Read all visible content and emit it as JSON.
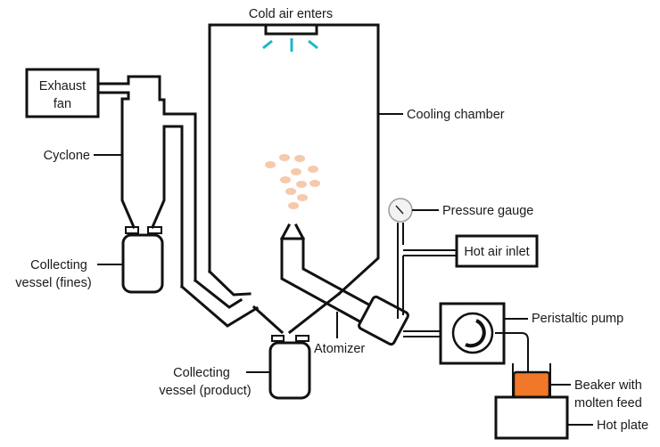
{
  "diagram": {
    "title": "Spray congealing apparatus schematic",
    "labels": {
      "cold_air": "Cold air enters",
      "exhaust_line1": "Exhaust",
      "exhaust_line2": "fan",
      "cyclone": "Cyclone",
      "cooling_chamber": "Cooling chamber",
      "pressure_gauge": "Pressure gauge",
      "hot_air_inlet": "Hot air inlet",
      "fines_line1": "Collecting",
      "fines_line2": "vessel (fines)",
      "peristaltic_pump": "Peristaltic pump",
      "atomizer": "Atomizer",
      "product_line1": "Collecting",
      "product_line2": "vessel (product)",
      "beaker_line1": "Beaker with",
      "beaker_line2": "molten feed",
      "hot_plate": "Hot plate"
    },
    "colors": {
      "line": "#111111",
      "cold_air_rays": "#1fb3d1",
      "droplets": "#f7c9ac",
      "molten_feed": "#f07828",
      "gauge_face": "#f2f2f2"
    }
  }
}
